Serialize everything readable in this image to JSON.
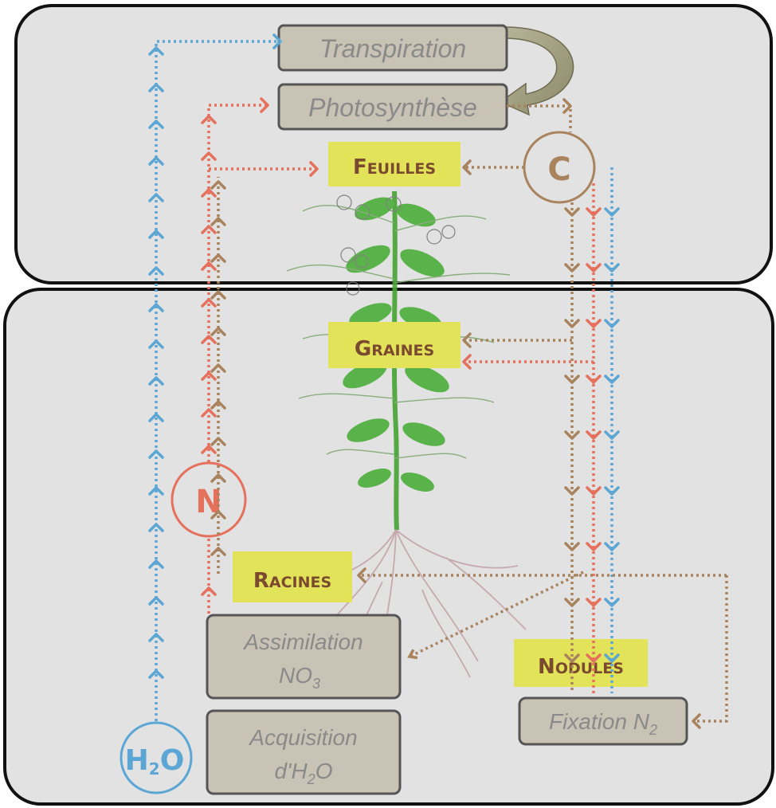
{
  "processes": {
    "transpiration": "Transpiration",
    "photosynthese": "Photosynthèse",
    "assimilation_line1": "Assimilation",
    "assimilation_no": "NO",
    "assimilation_sub": "3",
    "acquisition_line1": "Acquisition",
    "acquisition_prefix": "d'H",
    "acquisition_sub": "2",
    "acquisition_suffix": "O",
    "fixation_main": "Fixation N",
    "fixation_sub": "2"
  },
  "organs": {
    "feuilles_first": "F",
    "feuilles_rest": "EUILLES",
    "graines_first": "G",
    "graines_rest": "RAINES",
    "racines_first": "R",
    "racines_rest": "ACINES",
    "nodules_first": "N",
    "nodules_rest": "ODULES"
  },
  "elements": {
    "carbon": "C",
    "nitrogen": "N",
    "water_main": "H",
    "water_sub": "2",
    "water_suffix": "O"
  },
  "colors": {
    "water": "#5ba6d4",
    "nitrogen": "#e5705c",
    "carbon": "#a8835e",
    "organ_label_bg": "#e3e35a",
    "process_box_bg": "#c9c3b6",
    "panel_bg": "#e2e2e2",
    "plant_green": "#3c9a2e"
  }
}
